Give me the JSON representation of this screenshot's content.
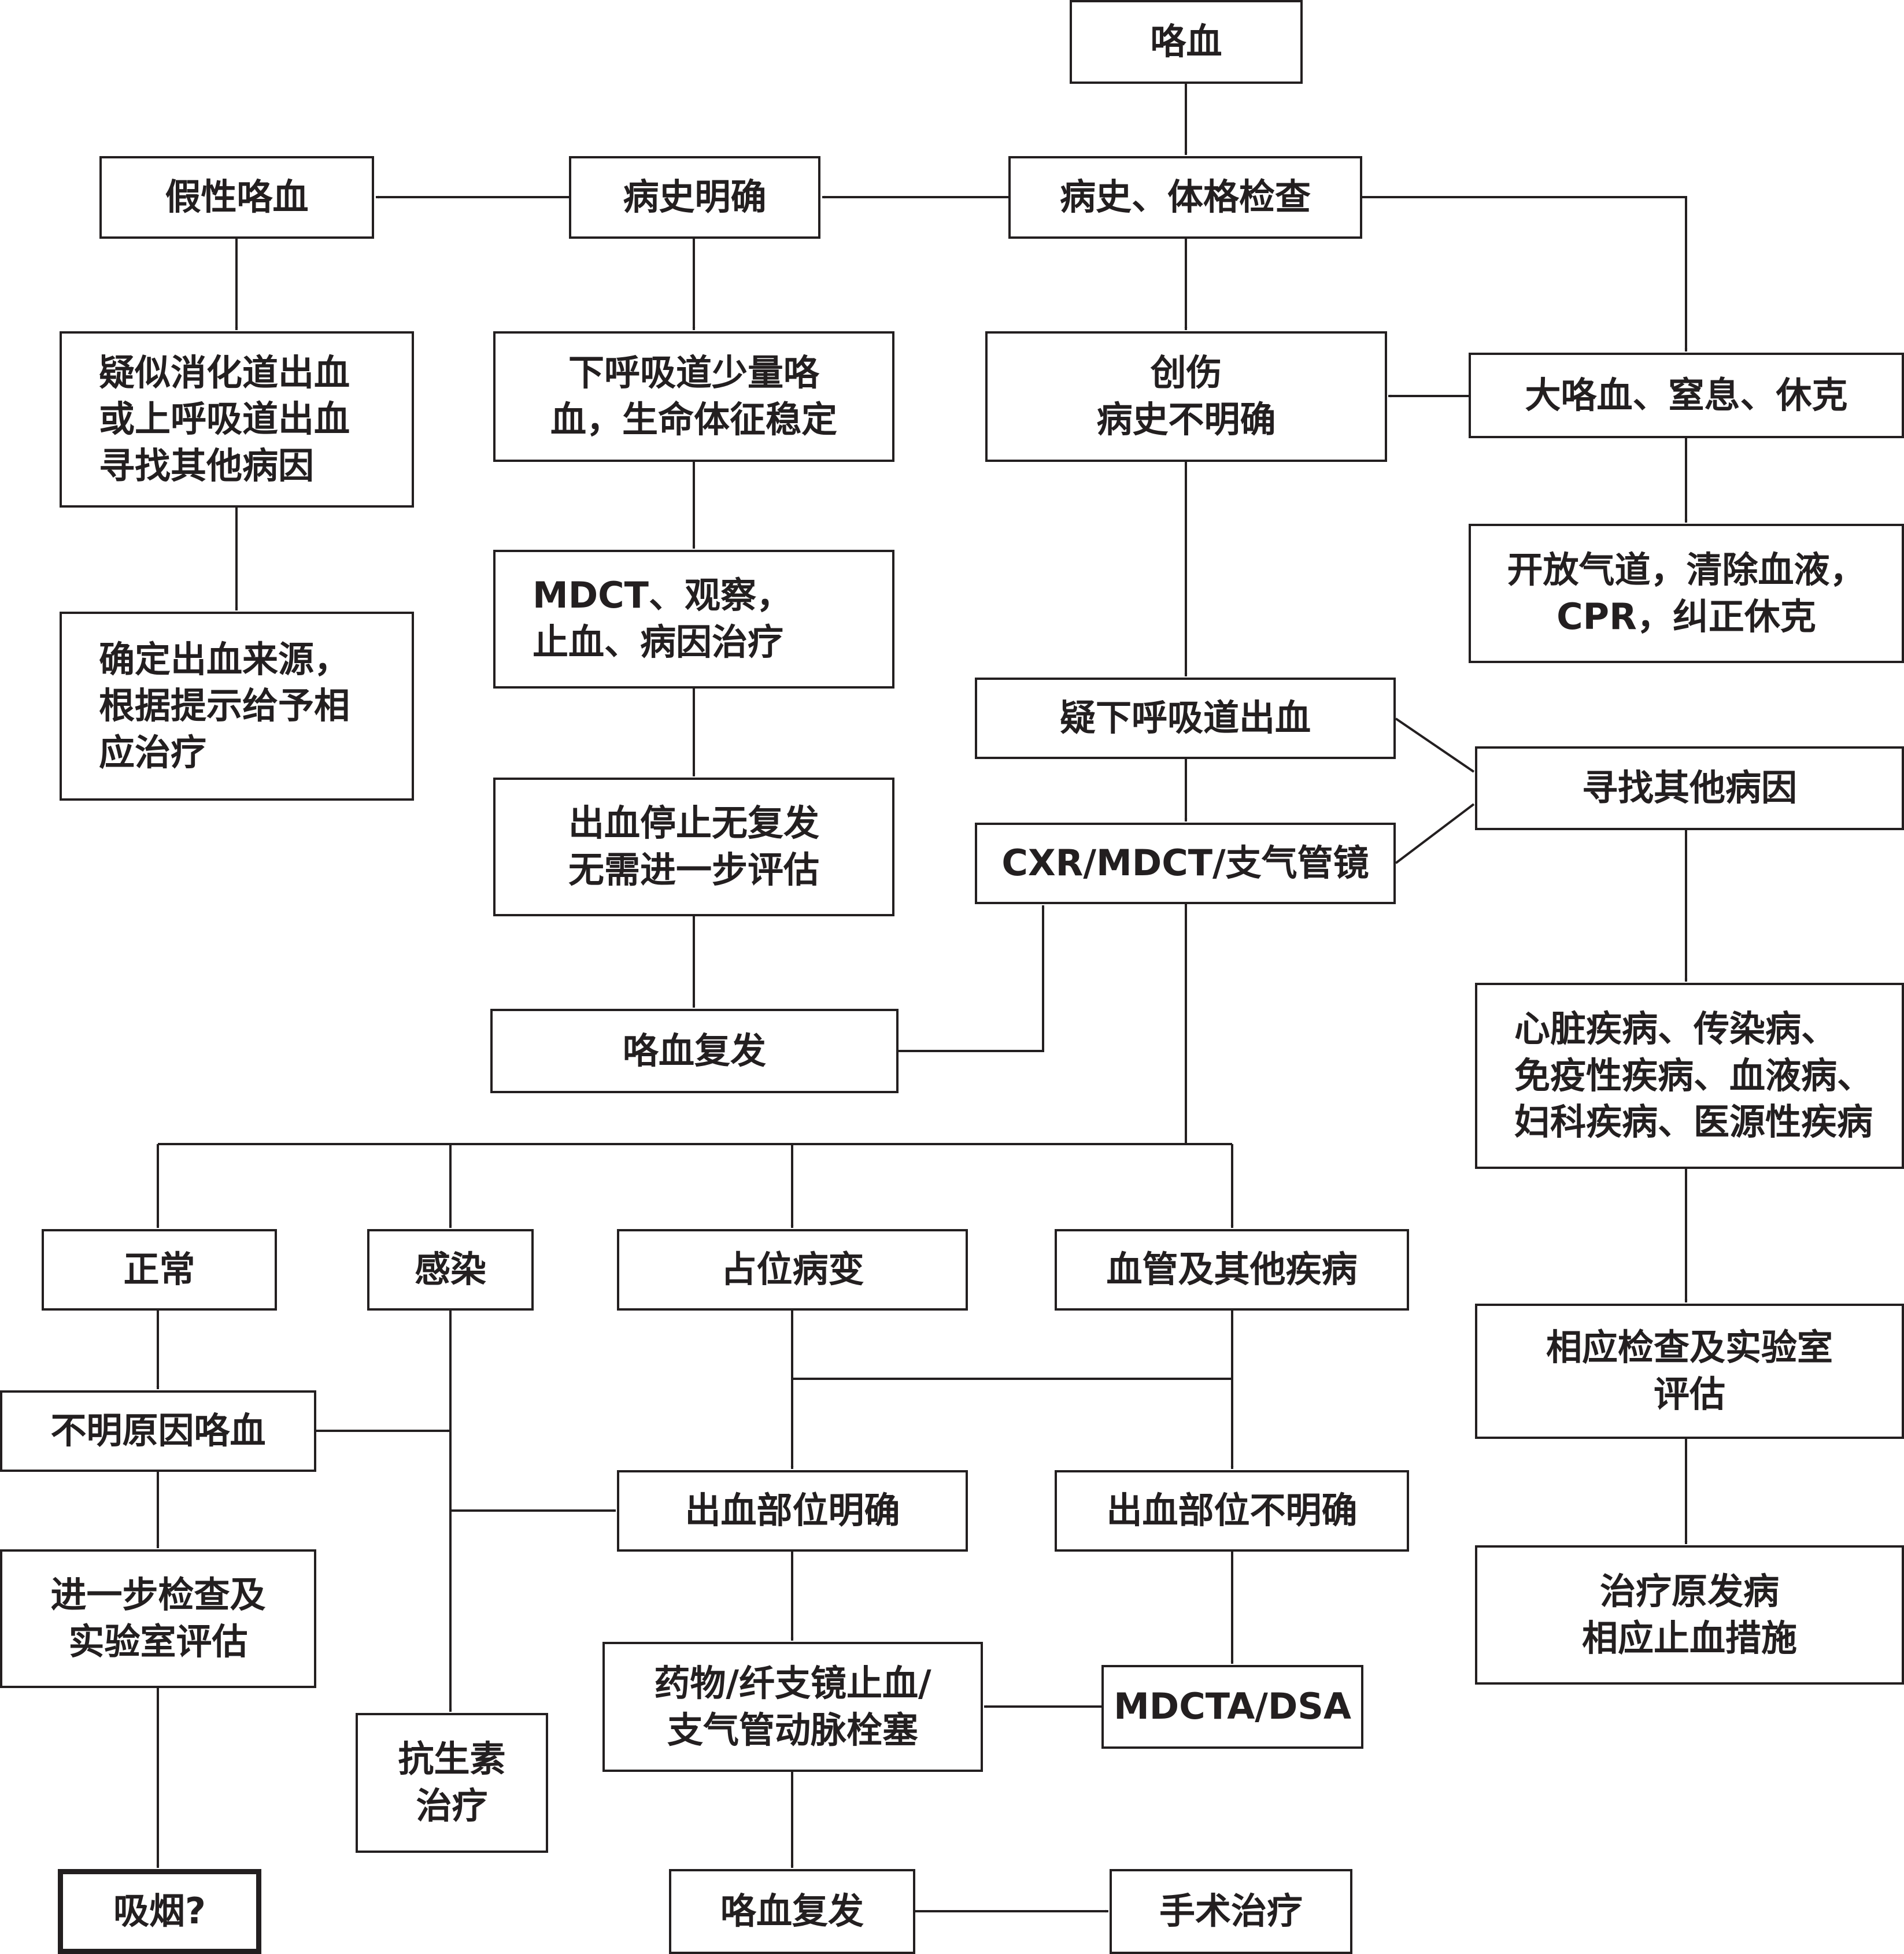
{
  "diagram": {
    "nodes": {
      "hemoptysis": [
        "咯血"
      ],
      "history_exam": [
        "病史、体格检查"
      ],
      "history_clear": [
        "病史明确"
      ],
      "pseudo_hemoptysis": [
        "假性咯血"
      ],
      "suspect_gi_upper": [
        "疑似消化道出血",
        "或上呼吸道出血",
        "寻找其他病因"
      ],
      "confirm_source": [
        "确定出血来源，",
        "根据提示给予相",
        "应治疗"
      ],
      "lower_minor": [
        "下呼吸道少量咯",
        "血，生命体征稳定"
      ],
      "mdct_observe": [
        "MDCT、观察，",
        "止血、病因治疗"
      ],
      "bleeding_stopped": [
        "出血停止无复发",
        "无需进一步评估"
      ],
      "recurrence_1": [
        "咯血复发"
      ],
      "trauma_unclear": [
        "创伤",
        "病史不明确"
      ],
      "massive": [
        "大咯血、窒息、休克"
      ],
      "airway_cpr": [
        "开放气道，清除血液，",
        "CPR，纠正休克"
      ],
      "suspect_lower": [
        "疑下呼吸道出血"
      ],
      "cxr_mdct_bronch": [
        "CXR/MDCT/支气管镜"
      ],
      "other_causes": [
        "寻找其他病因"
      ],
      "systemic_diseases": [
        "心脏疾病、传染病、",
        "免疫性疾病、血液病、",
        "妇科疾病、医源性疾病"
      ],
      "lab_eval": [
        "相应检查及实验室",
        "评估"
      ],
      "treat_primary": [
        "治疗原发病",
        "相应止血措施"
      ],
      "normal": [
        "正常"
      ],
      "infection": [
        "感染"
      ],
      "mass_lesion": [
        "占位病变"
      ],
      "vascular_other": [
        "血管及其他疾病"
      ],
      "unknown_cause": [
        "不明原因咯血"
      ],
      "further_exam": [
        "进一步检查及",
        "实验室评估"
      ],
      "smoking": [
        "吸烟?"
      ],
      "antibiotics": [
        "抗生素",
        "治疗"
      ],
      "site_clear": [
        "出血部位明确"
      ],
      "site_unclear": [
        "出血部位不明确"
      ],
      "drug_bronch_embol": [
        "药物/纤支镜止血/",
        "支气管动脉栓塞"
      ],
      "mdcta_dsa": [
        "MDCTA/DSA"
      ],
      "recurrence_2": [
        "咯血复发"
      ],
      "surgery": [
        "手术治疗"
      ]
    },
    "edges": [
      [
        "hemoptysis",
        "history_exam"
      ],
      [
        "history_exam",
        "history_clear"
      ],
      [
        "history_clear",
        "pseudo_hemoptysis"
      ],
      [
        "history_exam",
        "trauma_unclear"
      ],
      [
        "history_exam",
        "massive"
      ],
      [
        "pseudo_hemoptysis",
        "suspect_gi_upper"
      ],
      [
        "suspect_gi_upper",
        "confirm_source"
      ],
      [
        "history_clear",
        "lower_minor"
      ],
      [
        "lower_minor",
        "mdct_observe"
      ],
      [
        "mdct_observe",
        "bleeding_stopped"
      ],
      [
        "bleeding_stopped",
        "recurrence_1"
      ],
      [
        "recurrence_1",
        "cxr_mdct_bronch"
      ],
      [
        "massive",
        "trauma_unclear"
      ],
      [
        "massive",
        "airway_cpr"
      ],
      [
        "trauma_unclear",
        "suspect_lower"
      ],
      [
        "suspect_lower",
        "cxr_mdct_bronch"
      ],
      [
        "suspect_lower",
        "other_causes"
      ],
      [
        "cxr_mdct_bronch",
        "other_causes"
      ],
      [
        "other_causes",
        "systemic_diseases"
      ],
      [
        "systemic_diseases",
        "lab_eval"
      ],
      [
        "lab_eval",
        "treat_primary"
      ],
      [
        "cxr_mdct_bronch",
        "normal"
      ],
      [
        "cxr_mdct_bronch",
        "infection"
      ],
      [
        "cxr_mdct_bronch",
        "mass_lesion"
      ],
      [
        "cxr_mdct_bronch",
        "vascular_other"
      ],
      [
        "normal",
        "unknown_cause"
      ],
      [
        "unknown_cause",
        "further_exam"
      ],
      [
        "further_exam",
        "smoking"
      ],
      [
        "unknown_cause",
        "infection"
      ],
      [
        "infection",
        "antibiotics"
      ],
      [
        "infection",
        "site_clear"
      ],
      [
        "mass_lesion",
        "site_clear"
      ],
      [
        "mass_lesion",
        "site_unclear"
      ],
      [
        "vascular_other",
        "site_clear"
      ],
      [
        "vascular_other",
        "site_unclear"
      ],
      [
        "site_clear",
        "drug_bronch_embol"
      ],
      [
        "site_unclear",
        "mdcta_dsa"
      ],
      [
        "mdcta_dsa",
        "drug_bronch_embol"
      ],
      [
        "drug_bronch_embol",
        "recurrence_2"
      ],
      [
        "recurrence_2",
        "surgery"
      ]
    ]
  }
}
